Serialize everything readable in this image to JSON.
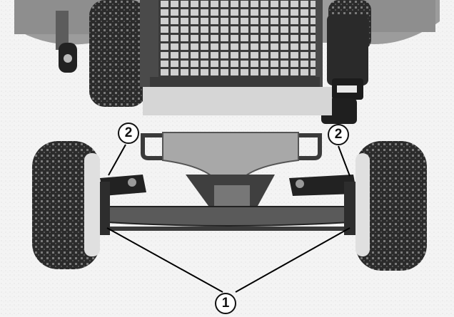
{
  "figure": {
    "callouts": {
      "left_arm": "2",
      "right_arm": "2",
      "spindle": "1"
    },
    "colors": {
      "tire": "#2a2a2a",
      "deck": "#9a9a9a",
      "background": "#fafafa"
    }
  }
}
